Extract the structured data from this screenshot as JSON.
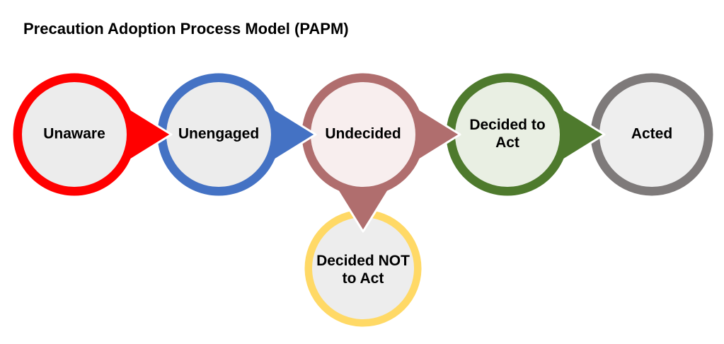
{
  "title": "Precaution Adoption Process Model (PAPM)",
  "diagram_type": "process-flow",
  "background_color": "#FFFFFF",
  "text_color": "#000000",
  "stages": [
    {
      "id": "unaware",
      "label": "Unaware",
      "colors": {
        "ring": "#FF0000",
        "inner": "#ECECEC"
      },
      "arrow_right_to": "Unengaged"
    },
    {
      "id": "unengaged",
      "label": "Unengaged",
      "colors": {
        "ring": "#4472C4",
        "inner": "#ECECEC"
      },
      "arrow_right_to": "Undecided"
    },
    {
      "id": "undecided",
      "label": "Undecided",
      "colors": {
        "ring": "#B06E6E",
        "inner": "#F8EEEE"
      },
      "arrow_right_to": "Decided to Act",
      "arrow_down_to": "Decided NOT to Act"
    },
    {
      "id": "decided-to-act",
      "label": "Decided to Act",
      "colors": {
        "ring": "#4E7A2D",
        "inner": "#E9EFE3"
      },
      "arrow_right_to": "Acted"
    },
    {
      "id": "acted",
      "label": "Acted",
      "colors": {
        "ring": "#7E7A7A",
        "inner": "#EEEEEE"
      }
    },
    {
      "id": "decided-not-to-act",
      "label": "Decided NOT to Act",
      "colors": {
        "ring": "#FFD966",
        "inner": "#EDEDED"
      }
    }
  ]
}
